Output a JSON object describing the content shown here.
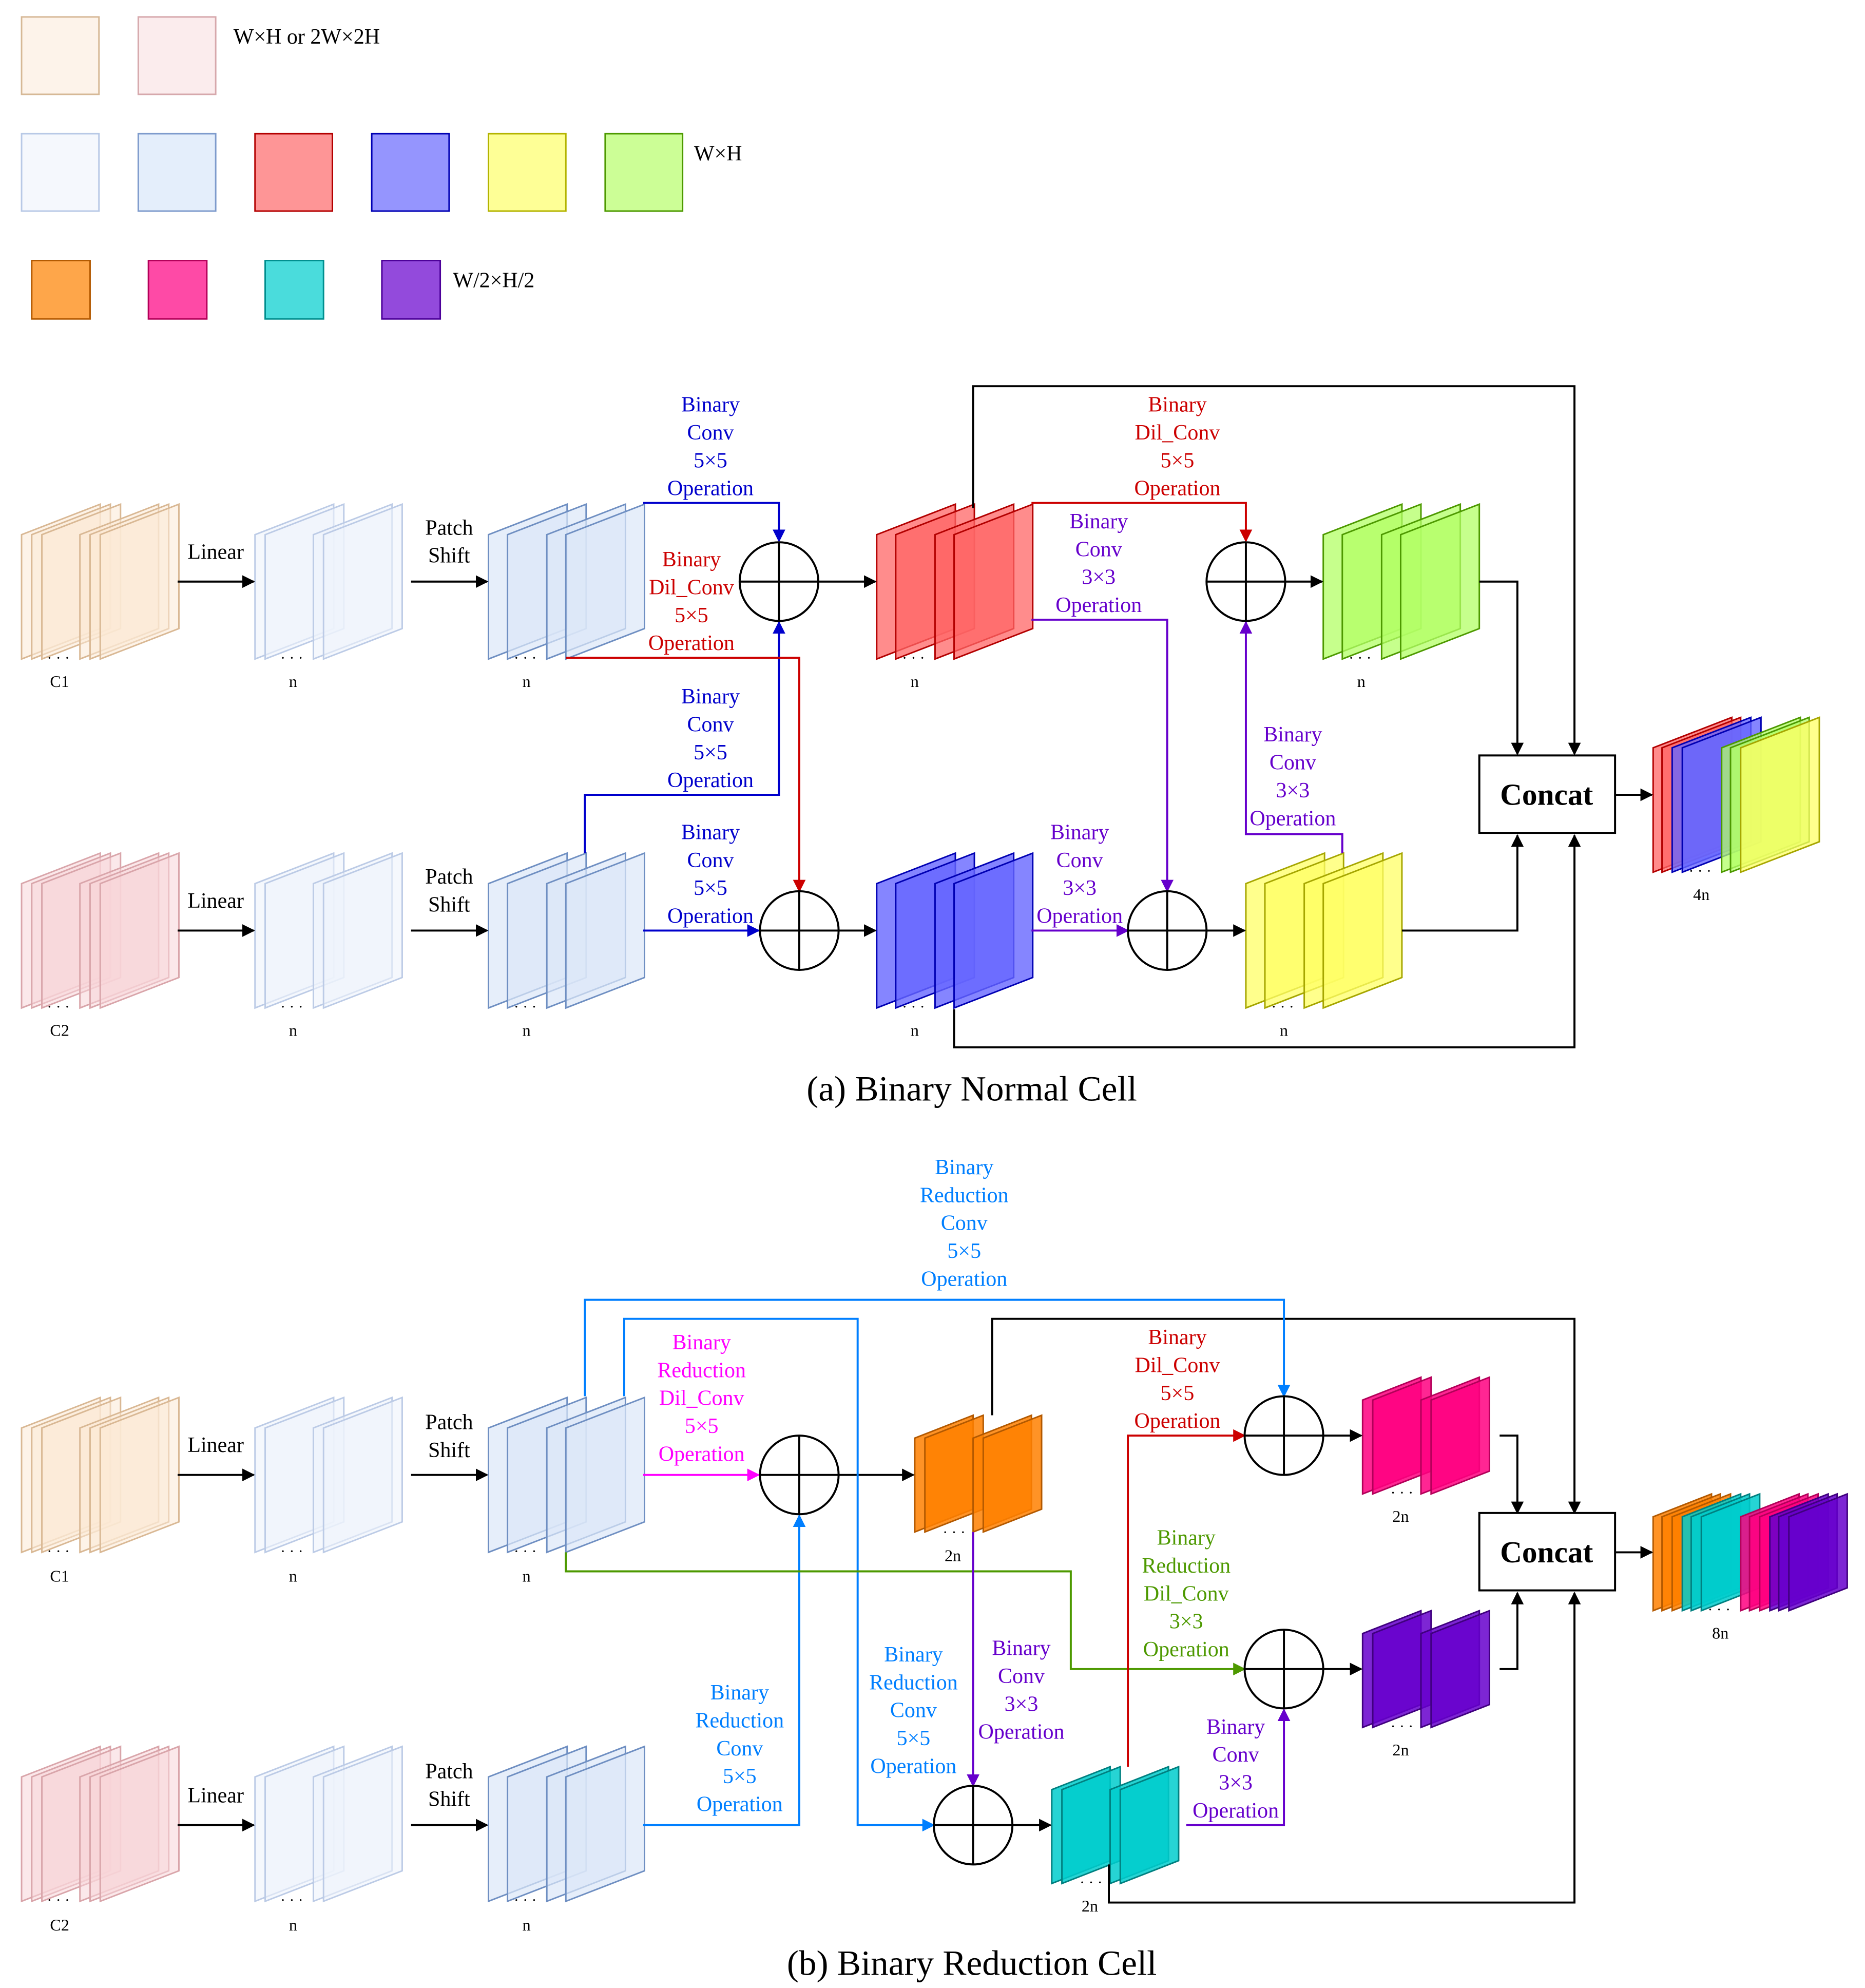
{
  "legend": {
    "row1_label": "W×H or 2W×2H",
    "row2_label": "W×H",
    "row3_label": "W/2×H/2",
    "row1_colors": [
      "#fdf3ea",
      "#fbeced"
    ],
    "row2_colors": [
      "#f5f8fd",
      "#e4eefb",
      "#fe9596",
      "#9595fe",
      "#feff96",
      "#ccfe96"
    ],
    "row3_colors": [
      "#fea64a",
      "#fe4aa6",
      "#4adcdc",
      "#934adc"
    ]
  },
  "labels": {
    "linear": "Linear",
    "patch": "Patch",
    "shift": "Shift",
    "ellipsis": "· · ·",
    "c1": "C1",
    "c2": "C2",
    "n": "n",
    "two_n": "2n",
    "four_n": "4n",
    "eight_n": "8n",
    "concat": "Concat"
  },
  "ops": {
    "normal_conv5_top": [
      "Binary",
      "Conv",
      "5×5",
      "Operation"
    ],
    "normal_dil5_left": [
      "Binary",
      "Dil_Conv",
      "5×5",
      "Operation"
    ],
    "normal_conv5_mid": [
      "Binary",
      "Conv",
      "5×5",
      "Operation"
    ],
    "normal_conv5_bottom": [
      "Binary",
      "Conv",
      "5×5",
      "Operation"
    ],
    "normal_dil5_top": [
      "Binary",
      "Dil_Conv",
      "5×5",
      "Operation"
    ],
    "normal_conv3_top": [
      "Binary",
      "Conv",
      "3×3",
      "Operation"
    ],
    "normal_conv3_bottom": [
      "Binary",
      "Conv",
      "3×3",
      "Operation"
    ],
    "normal_conv3_right": [
      "Binary",
      "Conv",
      "3×3",
      "Operation"
    ],
    "red_conv5_top": [
      "Binary",
      "Reduction",
      "Conv",
      "5×5",
      "Operation"
    ],
    "red_dil5_left": [
      "Binary",
      "Reduction",
      "Dil_Conv",
      "5×5",
      "Operation"
    ],
    "red_dil5_right": [
      "Binary",
      "Dil_Conv",
      "5×5",
      "Operation"
    ],
    "red_dil3": [
      "Binary",
      "Reduction",
      "Dil_Conv",
      "3×3",
      "Operation"
    ],
    "red_conv5_bottom": [
      "Binary",
      "Reduction",
      "Conv",
      "5×5",
      "Operation"
    ],
    "red_conv5_mid": [
      "Binary",
      "Reduction",
      "Conv",
      "5×5",
      "Operation"
    ],
    "red_conv3_mid": [
      "Binary",
      "Conv",
      "3×3",
      "Operation"
    ],
    "red_conv3_right": [
      "Binary",
      "Conv",
      "3×3",
      "Operation"
    ]
  },
  "captions": {
    "normal": "(a) Binary Normal Cell",
    "reduction": "(b) Binary Reduction Cell"
  },
  "colors": {
    "blue": "#0000cc",
    "red": "#cc0000",
    "purple": "#6600cc",
    "lightblue": "#007fff",
    "magenta": "#ff00ff",
    "green": "#4d9900",
    "black": "#000000"
  }
}
